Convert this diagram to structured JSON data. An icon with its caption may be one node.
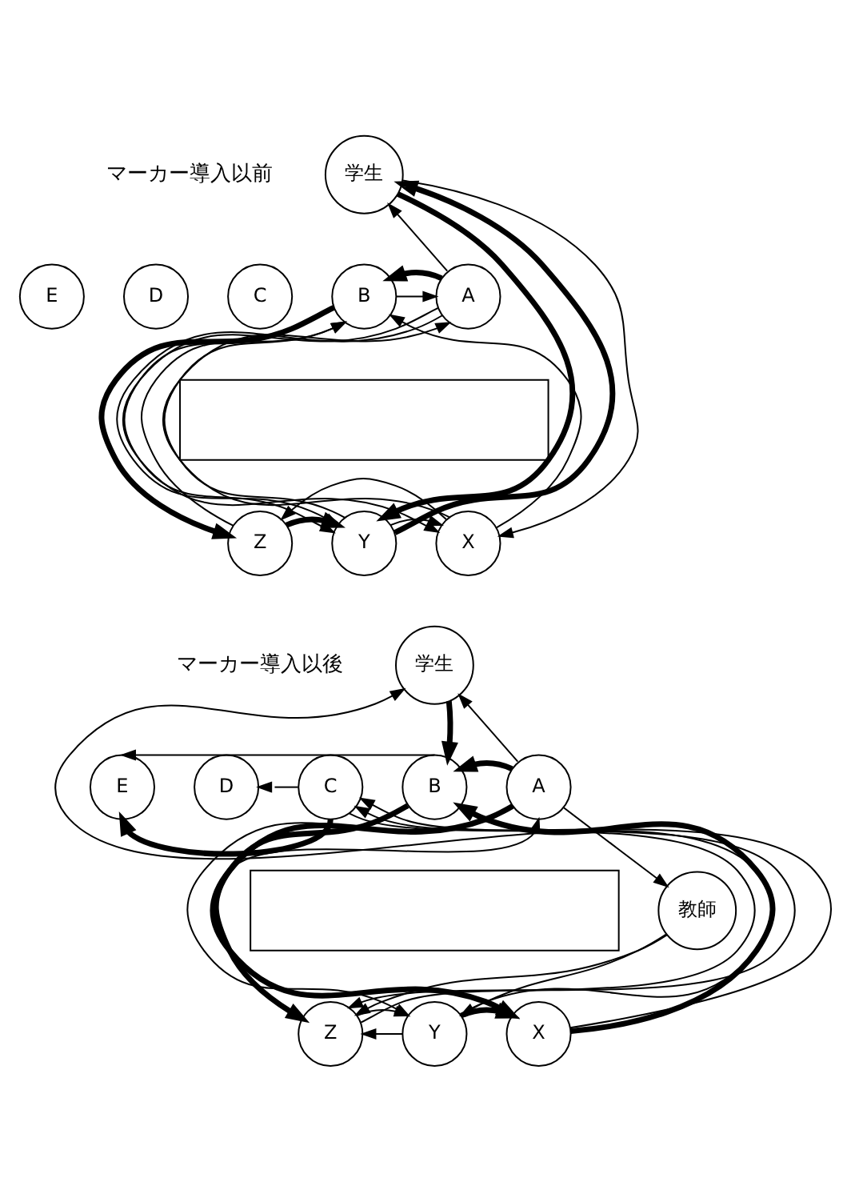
{
  "diagram": {
    "nodes": [
      {
        "text": [
          "E"
        ]
      },
      {
        "text": [
          "D"
        ]
      },
      {
        "text": [
          "C"
        ]
      },
      {
        "text": [
          "B"
        ]
      },
      {
        "text": [
          "A"
        ]
      },
      {
        "text": [
          "学生"
        ]
      },
      {
        "text": [
          "Z"
        ]
      },
      {
        "text": [
          "Y"
        ]
      },
      {
        "text": [
          "X"
        ]
      },
      {
        "text": [],
        "shape": "box"
      },
      {
        "text": [
          "E"
        ]
      },
      {
        "text": [
          "D"
        ]
      },
      {
        "text": [
          "C"
        ]
      },
      {
        "text": [
          "B"
        ]
      },
      {
        "text": [
          "A"
        ]
      },
      {
        "text": [
          "学生"
        ]
      },
      {
        "text": [
          "教師"
        ]
      },
      {
        "text": [
          "Z"
        ]
      },
      {
        "text": [
          "Y"
        ]
      },
      {
        "text": [
          "X"
        ]
      },
      {
        "text": [],
        "shape": "box"
      }
    ],
    "edges": [
      {
        "from": 3,
        "to": 4,
        "arrow": "to"
      },
      {
        "from": 4,
        "to": 3,
        "arrow": "to",
        "style": "thick"
      },
      {
        "from": 4,
        "to": 5,
        "arrow": "to"
      },
      {
        "from": 7,
        "to": 5,
        "arrow": "to",
        "style": "thick"
      },
      {
        "from": 5,
        "to": 7,
        "arrow": "to",
        "style": "thick"
      },
      {
        "from": 5,
        "to": 8,
        "arrow": "to"
      },
      {
        "from": 3,
        "to": 6,
        "arrow": "to",
        "style": "thick"
      },
      {
        "from": 6,
        "to": 3,
        "arrow": "to"
      },
      {
        "from": 3,
        "to": 7,
        "arrow": "to"
      },
      {
        "from": 7,
        "to": 3,
        "arrow": "to"
      },
      {
        "from": 8,
        "to": 3,
        "arrow": "to"
      },
      {
        "from": 4,
        "to": 7,
        "arrow": "to"
      },
      {
        "from": 4,
        "to": 8,
        "arrow": "to"
      },
      {
        "from": 8,
        "to": 4,
        "arrow": "to"
      },
      {
        "from": 6,
        "to": 7,
        "arrow": "to",
        "style": "thick"
      },
      {
        "from": 7,
        "to": 8,
        "arrow": "to"
      },
      {
        "from": 8,
        "to": 6,
        "arrow": "to"
      },
      {
        "from": 13,
        "to": 10,
        "arrow": "to"
      },
      {
        "from": 12,
        "to": 11,
        "arrow": "to"
      },
      {
        "from": 12,
        "to": 10,
        "arrow": "to",
        "style": "thick"
      },
      {
        "from": 12,
        "to": 17,
        "arrow": "to"
      },
      {
        "from": 17,
        "to": 12,
        "arrow": "to"
      },
      {
        "from": 19,
        "to": 12,
        "arrow": "to"
      },
      {
        "from": 15,
        "to": 13,
        "arrow": "to",
        "style": "thick"
      },
      {
        "from": 18,
        "to": 15,
        "arrow": "to"
      },
      {
        "from": 14,
        "to": 15,
        "arrow": "to"
      },
      {
        "from": 14,
        "to": 13,
        "arrow": "to",
        "style": "thick"
      },
      {
        "from": 14,
        "to": 16,
        "arrow": "to"
      },
      {
        "from": 13,
        "to": 17,
        "arrow": "to",
        "style": "thick"
      },
      {
        "from": 19,
        "to": 13,
        "arrow": "to",
        "style": "thick"
      },
      {
        "from": 17,
        "to": 14,
        "arrow": "to"
      },
      {
        "from": 14,
        "to": 18,
        "arrow": "to"
      },
      {
        "from": 14,
        "to": 19,
        "arrow": "to",
        "style": "thick"
      },
      {
        "from": 16,
        "to": 17,
        "arrow": "to"
      },
      {
        "from": 16,
        "to": 18,
        "arrow": "to"
      },
      {
        "from": 18,
        "to": 17,
        "arrow": "to"
      },
      {
        "from": 17,
        "to": 18,
        "arrow": "to"
      },
      {
        "from": 18,
        "to": 19,
        "arrow": "to",
        "style": "thick"
      }
    ],
    "labels": [
      "マーカー導入以前",
      "マーカー導入以後"
    ]
  }
}
